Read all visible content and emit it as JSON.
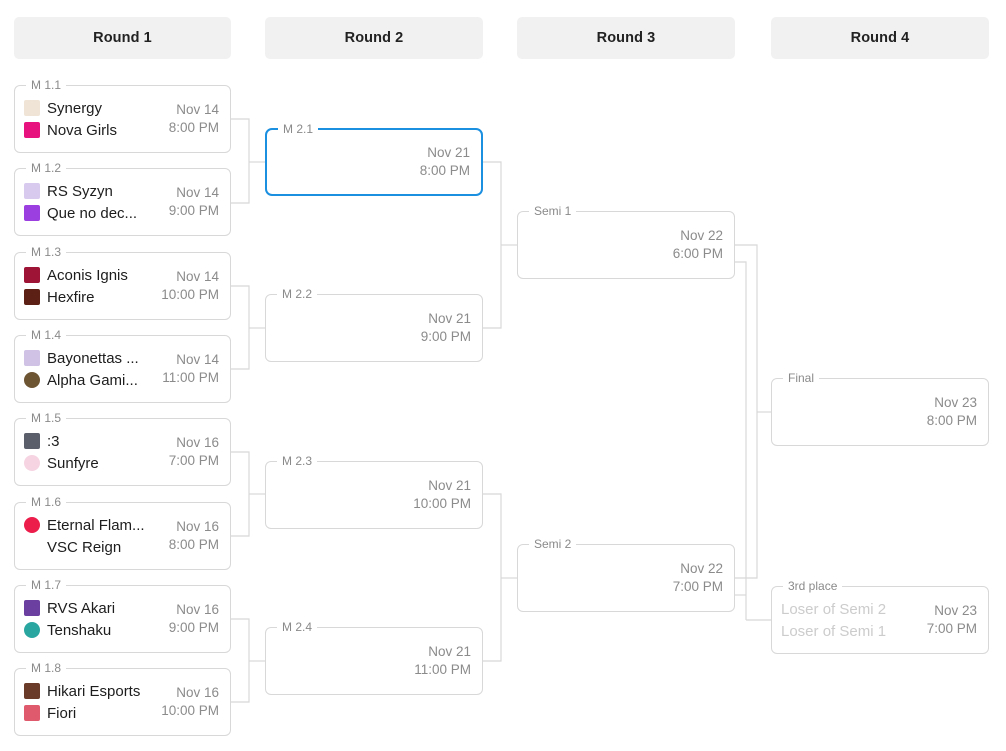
{
  "rounds": [
    {
      "label": "Round 1"
    },
    {
      "label": "Round 2"
    },
    {
      "label": "Round 3"
    },
    {
      "label": "Round 4"
    }
  ],
  "matches": {
    "m11": {
      "label": "M 1.1",
      "date": "Nov 14",
      "time": "8:00 PM",
      "team1": "Synergy",
      "team2": "Nova Girls",
      "team1_logo": "synergy-logo",
      "team2_logo": "nova-girls-logo",
      "team1_color": "#efe4d6",
      "team2_color": "#e8127e"
    },
    "m12": {
      "label": "M 1.2",
      "date": "Nov 14",
      "time": "9:00 PM",
      "team1": "RS Syzyn",
      "team2": "Que no dec...",
      "team1_logo": "rs-syzyn-logo",
      "team2_logo": "que-no-dec-logo",
      "team1_color": "#d8c9ef",
      "team2_color": "#9b3fe0"
    },
    "m13": {
      "label": "M 1.3",
      "date": "Nov 14",
      "time": "10:00 PM",
      "team1": "Aconis Ignis",
      "team2": "Hexfire",
      "team1_logo": "aconis-ignis-logo",
      "team2_logo": "hexfire-logo",
      "team1_color": "#9d1436",
      "team2_color": "#5c2014"
    },
    "m14": {
      "label": "M 1.4",
      "date": "Nov 14",
      "time": "11:00 PM",
      "team1": "Bayonettas ...",
      "team2": "Alpha Gami...",
      "team1_logo": "bayonettas-logo",
      "team2_logo": "alpha-gami-logo",
      "team1_color": "#cfc2e4",
      "team2_color": "#6d5433"
    },
    "m15": {
      "label": "M 1.5",
      "date": "Nov 16",
      "time": "7:00 PM",
      "team1": ":3",
      "team2": "Sunfyre",
      "team1_logo": "colon-three-logo",
      "team2_logo": "sunfyre-logo",
      "team1_color": "#5a5f6b",
      "team2_color": "#f6d4e2"
    },
    "m16": {
      "label": "M 1.6",
      "date": "Nov 16",
      "time": "8:00 PM",
      "team1": "Eternal Flam...",
      "team2": "VSC Reign",
      "team1_logo": "eternal-flames-logo",
      "team2_logo": "",
      "team1_color": "#ec1c4b",
      "team2_color": ""
    },
    "m17": {
      "label": "M 1.7",
      "date": "Nov 16",
      "time": "9:00 PM",
      "team1": "RVS Akari",
      "team2": "Tenshaku",
      "team1_logo": "rvs-akari-logo",
      "team2_logo": "tenshaku-logo",
      "team1_color": "#6b3fa0",
      "team2_color": "#2aa6a0"
    },
    "m18": {
      "label": "M 1.8",
      "date": "Nov 16",
      "time": "10:00 PM",
      "team1": "Hikari Esports",
      "team2": "Fiori",
      "team1_logo": "hikari-esports-logo",
      "team2_logo": "fiori-logo",
      "team1_color": "#6a3b28",
      "team2_color": "#e05a6e"
    },
    "m21": {
      "label": "M 2.1",
      "date": "Nov 21",
      "time": "8:00 PM",
      "selected": true
    },
    "m22": {
      "label": "M 2.2",
      "date": "Nov 21",
      "time": "9:00 PM"
    },
    "m23": {
      "label": "M 2.3",
      "date": "Nov 21",
      "time": "10:00 PM"
    },
    "m24": {
      "label": "M 2.4",
      "date": "Nov 21",
      "time": "11:00 PM"
    },
    "semi1": {
      "label": "Semi 1",
      "date": "Nov 22",
      "time": "6:00 PM"
    },
    "semi2": {
      "label": "Semi 2",
      "date": "Nov 22",
      "time": "7:00 PM"
    },
    "final": {
      "label": "Final",
      "date": "Nov 23",
      "time": "8:00 PM"
    },
    "third": {
      "label": "3rd place",
      "date": "Nov 23",
      "time": "7:00 PM",
      "team1": "Loser of Semi 2",
      "team2": "Loser of Semi 1"
    }
  },
  "colors": {
    "selected_border": "#1b8fe0",
    "box_border": "#d8d8d8",
    "connector": "#d8d8d8",
    "header_bg": "#f1f1f1",
    "label_text": "#8a8a8a",
    "placeholder_text": "#cccccc"
  }
}
